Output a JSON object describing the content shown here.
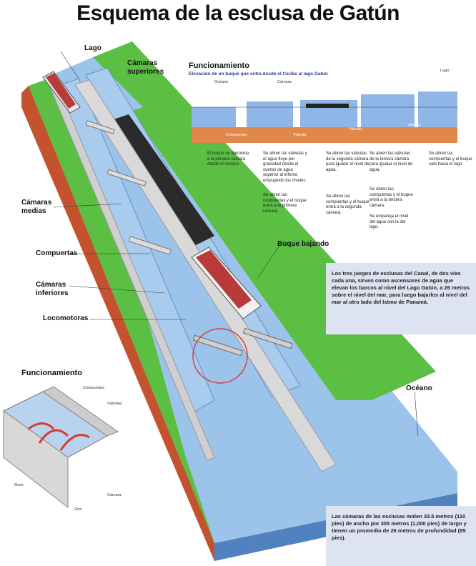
{
  "title": "Esquema de la esclusa de Gatún",
  "colors": {
    "water": "#8fb8e4",
    "water_dark": "#5f8fc9",
    "grass": "#5ec24a",
    "earth": "#c9553a",
    "concrete": "#d8d8d8",
    "panel": "#dde3f1"
  },
  "labels": {
    "lago": "Lago",
    "camaras_superiores": "Cámaras superiores",
    "camaras_medias": "Cámaras medias",
    "compuertas": "Compuertas",
    "camaras_inferiores": "Cámaras inferiores",
    "locomotoras": "Locomotoras",
    "buque_bajando": "Buque bajando",
    "oceano": "Océano"
  },
  "top_panel": {
    "heading": "Funcionamiento",
    "subtitle": "Elevación de un buque que entra desde el Caribe al lago Gatún",
    "profile_labels": [
      "Océano",
      "Cámara",
      "Lago"
    ],
    "gate_labels": [
      "Compuertas",
      "Válvula",
      "Válvula",
      "Válvula"
    ],
    "steps": [
      "El buque se aproxima a la primera cámara desde el océano.",
      "Se abren las válvulas y el agua fluye por gravedad desde el cuerpo de agua superior al inferior, empujando los niveles.",
      "Se abren las válvulas de la segunda cámara para igualar el nivel de agua.",
      "Se abren las válvulas de la tercera cámara para igualar el nivel de agua.",
      "Se abren las compuertas y el buque sale hacia el lago"
    ],
    "steps2": [
      "Se abren las compuertas y el buque entra a la primera cámara.",
      "Se abren las compuertas y el buque entra a la segunda cámara.",
      "Se abren las compuertas y el buque entra a la tercera cámara."
    ],
    "step3": "Se empareja el nivel del agua con la del lago."
  },
  "info_box": "Los tres juegos de esclusas del Canal, de dos vías cada una, sirven como ascensores de agua que elevan los barcos al nivel del Lago Gatún, a 26 metros sobre el nivel del mar, para luego bajarlos al nivel del mar al otro lado del Istmo de Panamá.",
  "bottom_panel": {
    "heading": "Funcionamiento",
    "labels": [
      "Compuertas",
      "Válvulas",
      "Muro",
      "Cámara",
      "Giro"
    ]
  },
  "info_box2": "Las cámaras de las esclusas miden 33.5 metros (110 pies) de ancho por 305 metros (1,000 pies) de largo y tienen un promedio de 26 metros de profundidad (85 pies)."
}
